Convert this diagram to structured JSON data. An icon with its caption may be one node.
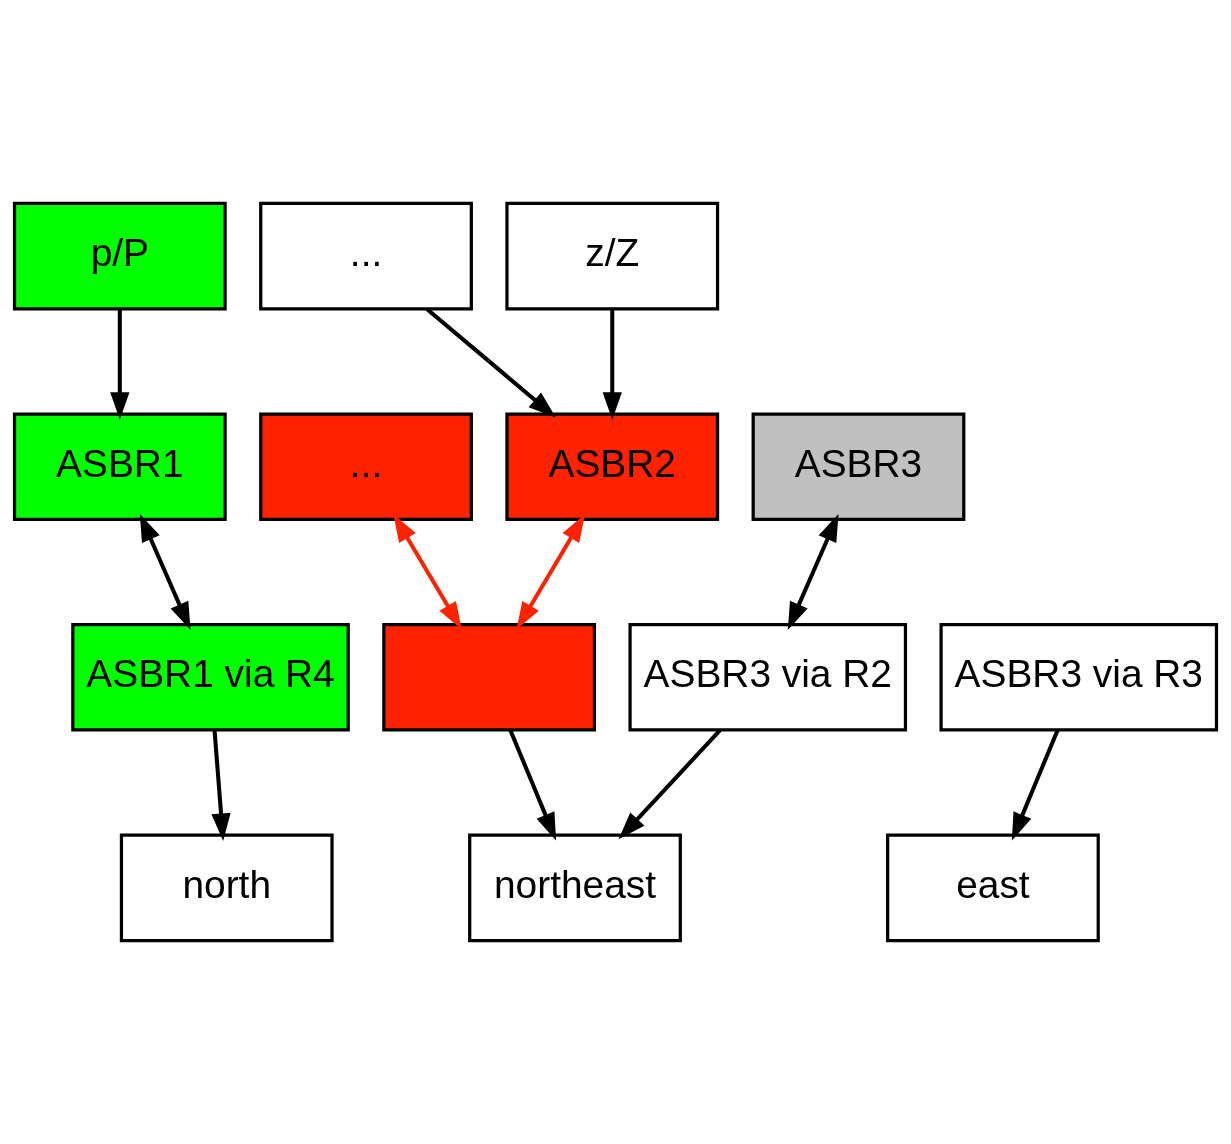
{
  "diagram": {
    "nodes": [
      {
        "text": [
          "p/P"
        ]
      },
      {
        "text": [
          "..."
        ]
      },
      {
        "text": [
          "z/Z"
        ]
      },
      {
        "text": [
          "ASBR1"
        ]
      },
      {
        "text": [
          "..."
        ]
      },
      {
        "text": [
          "ASBR2"
        ]
      },
      {
        "text": [
          "ASBR3"
        ]
      },
      {
        "text": [
          "ASBR1 via R4"
        ]
      },
      {
        "text": [],
        "shape": "box"
      },
      {
        "text": [
          "ASBR3 via R2"
        ]
      },
      {
        "text": [
          "ASBR3 via R3"
        ]
      },
      {
        "text": [
          "north"
        ]
      },
      {
        "text": [
          "northeast"
        ]
      },
      {
        "text": [
          "east"
        ]
      }
    ],
    "edges": [
      {
        "from": 0,
        "to": 3,
        "arrow": "to"
      },
      {
        "from": 1,
        "to": 5,
        "arrow": "to"
      },
      {
        "from": 2,
        "to": 5,
        "arrow": "to"
      },
      {
        "from": 3,
        "to": 7,
        "arrow": "both"
      },
      {
        "from": 4,
        "to": 8,
        "arrow": "both",
        "color": "#ff2200"
      },
      {
        "from": 5,
        "to": 8,
        "arrow": "both",
        "color": "#ff2200"
      },
      {
        "from": 6,
        "to": 9,
        "arrow": "both"
      },
      {
        "from": 7,
        "to": 11,
        "arrow": "to"
      },
      {
        "from": 8,
        "to": 12,
        "arrow": "to"
      },
      {
        "from": 9,
        "to": 12,
        "arrow": "to"
      },
      {
        "from": 10,
        "to": 13,
        "arrow": "to"
      }
    ]
  }
}
